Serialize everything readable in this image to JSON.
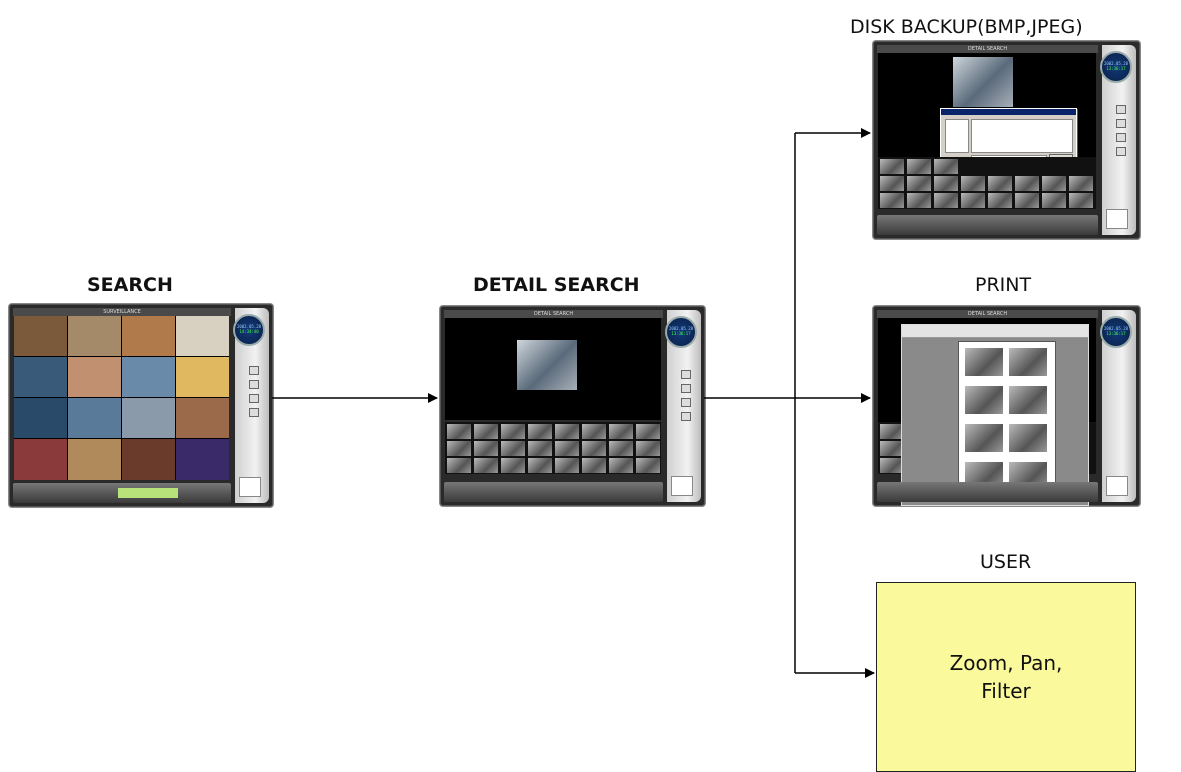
{
  "labels": {
    "search": "SEARCH",
    "detail_search": "DETAIL SEARCH",
    "disk_backup": "DISK BACKUP(BMP,JPEG)",
    "print": "PRINT",
    "user": "USER"
  },
  "user_box": {
    "line1": "Zoom, Pan,",
    "line2": "Filter"
  },
  "screens": {
    "search": {
      "title": "SURVEILLANCE",
      "date": "2002.05.28",
      "time": "14:34:40"
    },
    "detail": {
      "title": "DETAIL SEARCH",
      "date": "2002.05.28",
      "time": "13:36:17"
    },
    "backup": {
      "title": "DETAIL SEARCH",
      "date": "2002.05.28",
      "time": "13:36:17"
    },
    "print": {
      "title": "DETAIL SEARCH",
      "date": "2002.05.28",
      "time": "13:36:17"
    }
  },
  "colors": {
    "user_box_fill": "#fafa9c",
    "arrow": "#000000",
    "screen_body": "#2a2a2a"
  }
}
